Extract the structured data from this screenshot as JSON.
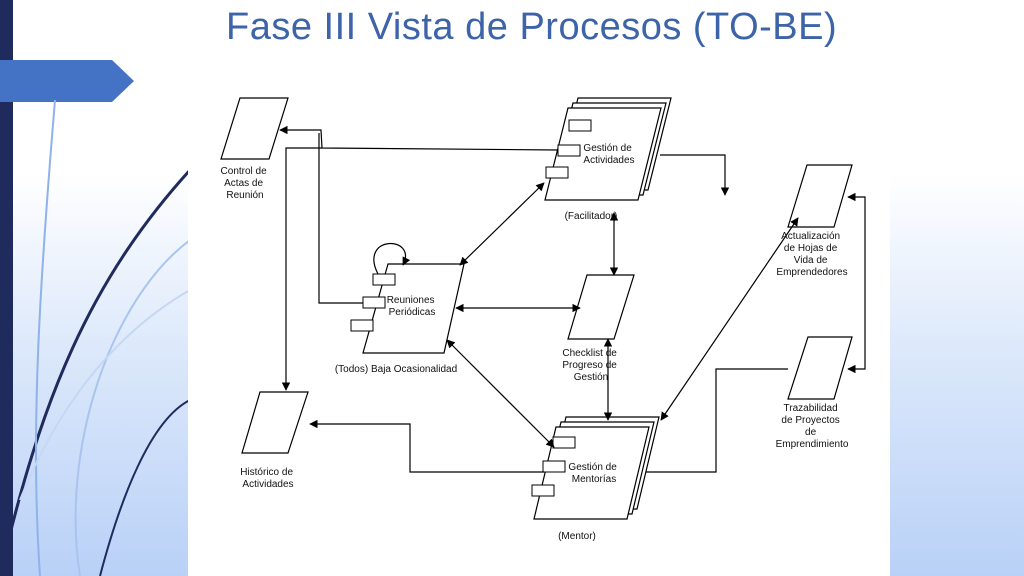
{
  "slide": {
    "title": "Fase III Vista de Procesos (TO-BE)"
  },
  "diagram": {
    "nodes": {
      "control_actas": [
        "Control de",
        "Actas de",
        "Reunión"
      ],
      "gestion_actividades": [
        "Gestión de",
        "Actividades"
      ],
      "facilitador": "(Facilitador)",
      "reuniones": [
        "Reuniones",
        "Periódicas"
      ],
      "todos": "(Todos) Baja Ocasionalidad",
      "checklist": [
        "Checklist de",
        "Progreso de",
        "Gestión"
      ],
      "actualizacion": [
        "Actualización",
        "de Hojas de",
        "Vida de",
        "Emprendedores"
      ],
      "trazabilidad": [
        "Trazabilidad",
        "de Proyectos",
        "de",
        "Emprendimiento"
      ],
      "historico": [
        "Histórico de",
        "Actividades"
      ],
      "gestion_mentorias": [
        "Gestión de",
        "Mentorías"
      ],
      "mentor": "(Mentor)"
    }
  },
  "colors": {
    "title": "#3d63a8",
    "left_bar": "#1f2b5c",
    "tab": "#4472c4",
    "line": "#000000"
  }
}
